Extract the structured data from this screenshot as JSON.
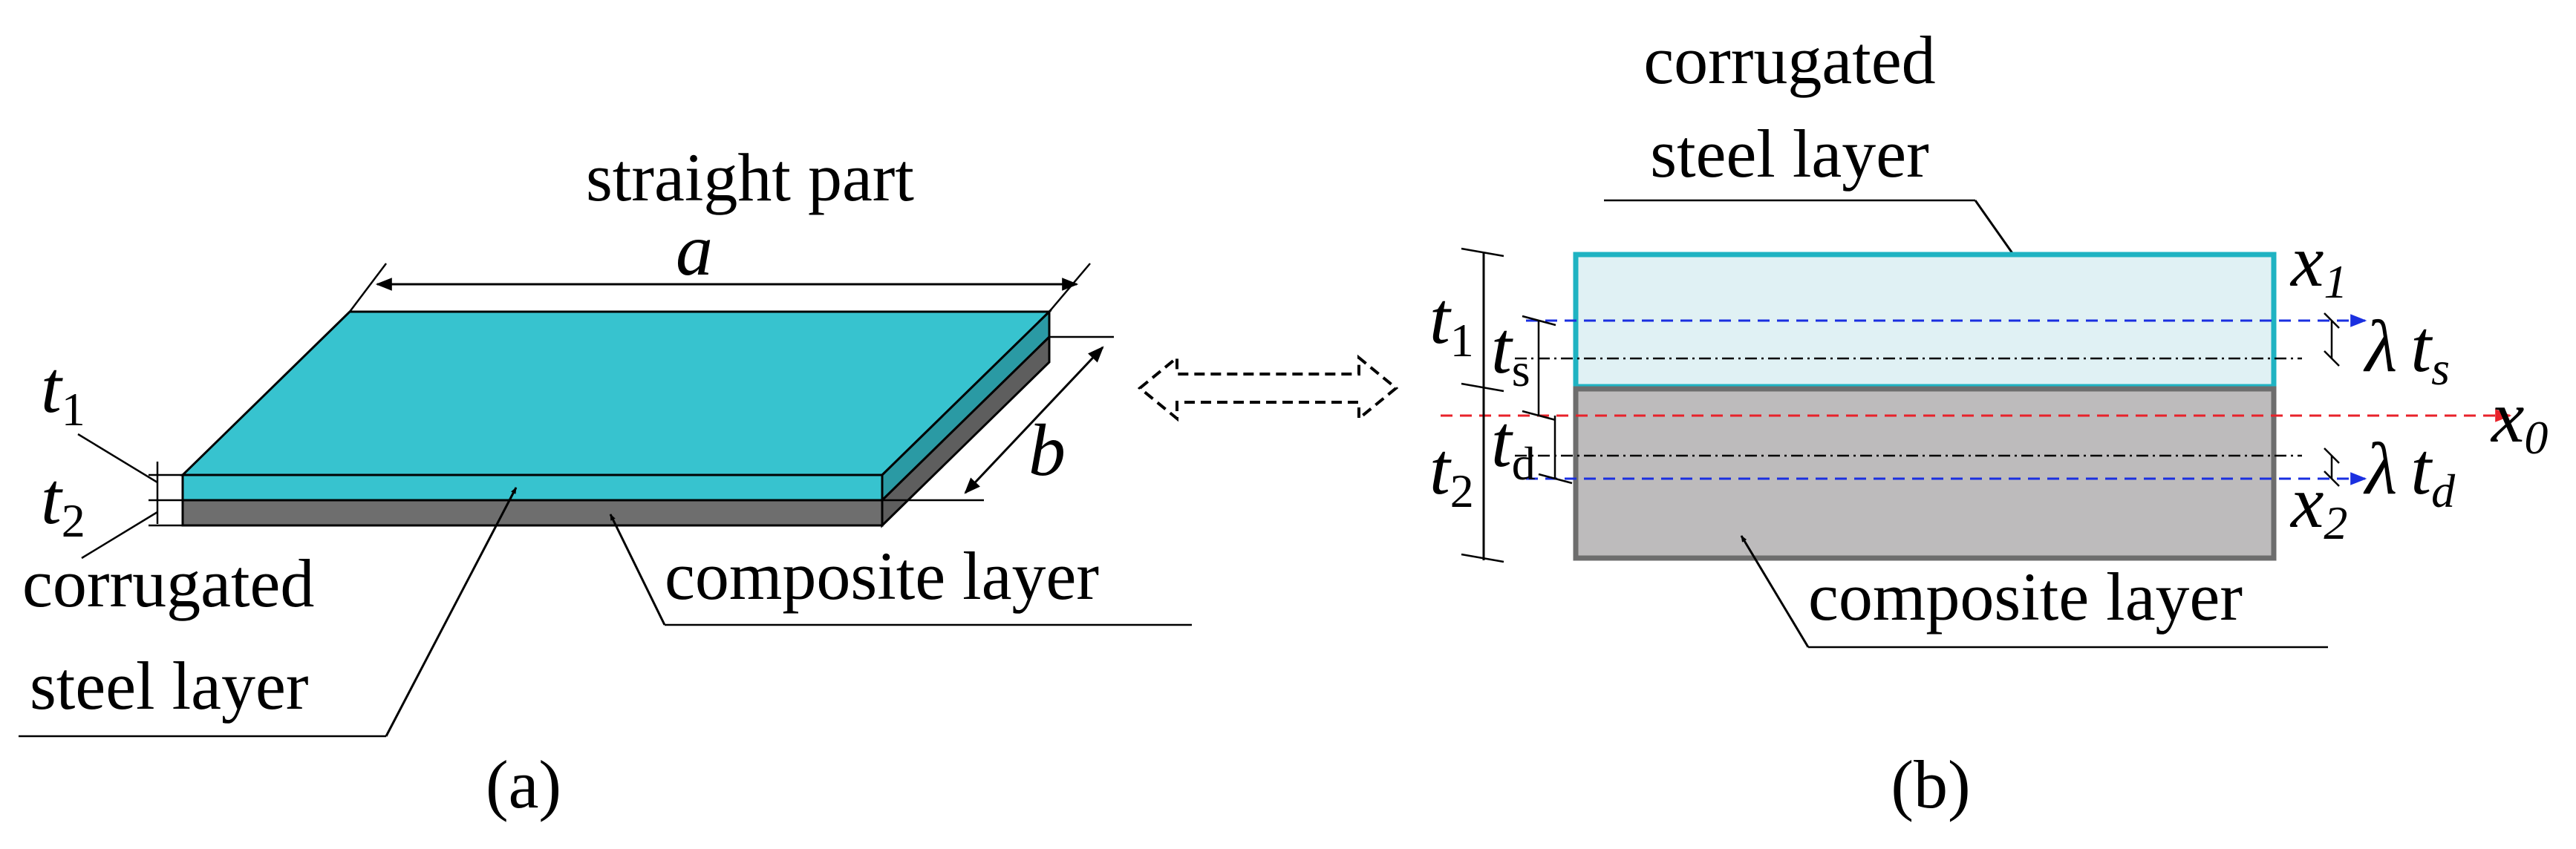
{
  "panel_a": {
    "caption": "(a)",
    "label_straight_part": "straight part",
    "dim_a": "a",
    "dim_b": "b",
    "t1": {
      "symbol": "t",
      "subscript": "1"
    },
    "t2": {
      "symbol": "t",
      "subscript": "2"
    },
    "label_corrugated_line1": "corrugated",
    "label_corrugated_line2": "steel layer",
    "label_composite": "composite layer"
  },
  "panel_b": {
    "caption": "(b)",
    "label_corrugated_line1": "corrugated",
    "label_corrugated_line2": "steel layer",
    "label_composite": "composite layer",
    "t1": {
      "symbol": "t",
      "subscript": "1"
    },
    "t2": {
      "symbol": "t",
      "subscript": "2"
    },
    "ts": {
      "symbol": "t",
      "subscript": "s"
    },
    "td": {
      "symbol": "t",
      "subscript": "d"
    },
    "x1": {
      "symbol": "x",
      "subscript": "1"
    },
    "x2": {
      "symbol": "x",
      "subscript": "2"
    },
    "x0": {
      "symbol": "x",
      "subscript": "0"
    },
    "lambda_ts": {
      "lambda": "λ",
      "symbol": "t",
      "subscript": "s"
    },
    "lambda_td": {
      "lambda": "λ",
      "symbol": "t",
      "subscript": "d"
    }
  },
  "colors": {
    "steel_top": "#37c3cf",
    "steel_side": "#2a9aa4",
    "composite_side": "#6e6e6e",
    "steel_section_fill": "#e0f1f4",
    "steel_section_stroke": "#1fb3c2",
    "composite_section_fill": "#bdbbbc",
    "composite_section_stroke": "#6d6d6d",
    "neutral_axis": "#e8222a",
    "layer_axis": "#1a2fe0"
  },
  "icons": [
    "double-arrow-icon"
  ]
}
